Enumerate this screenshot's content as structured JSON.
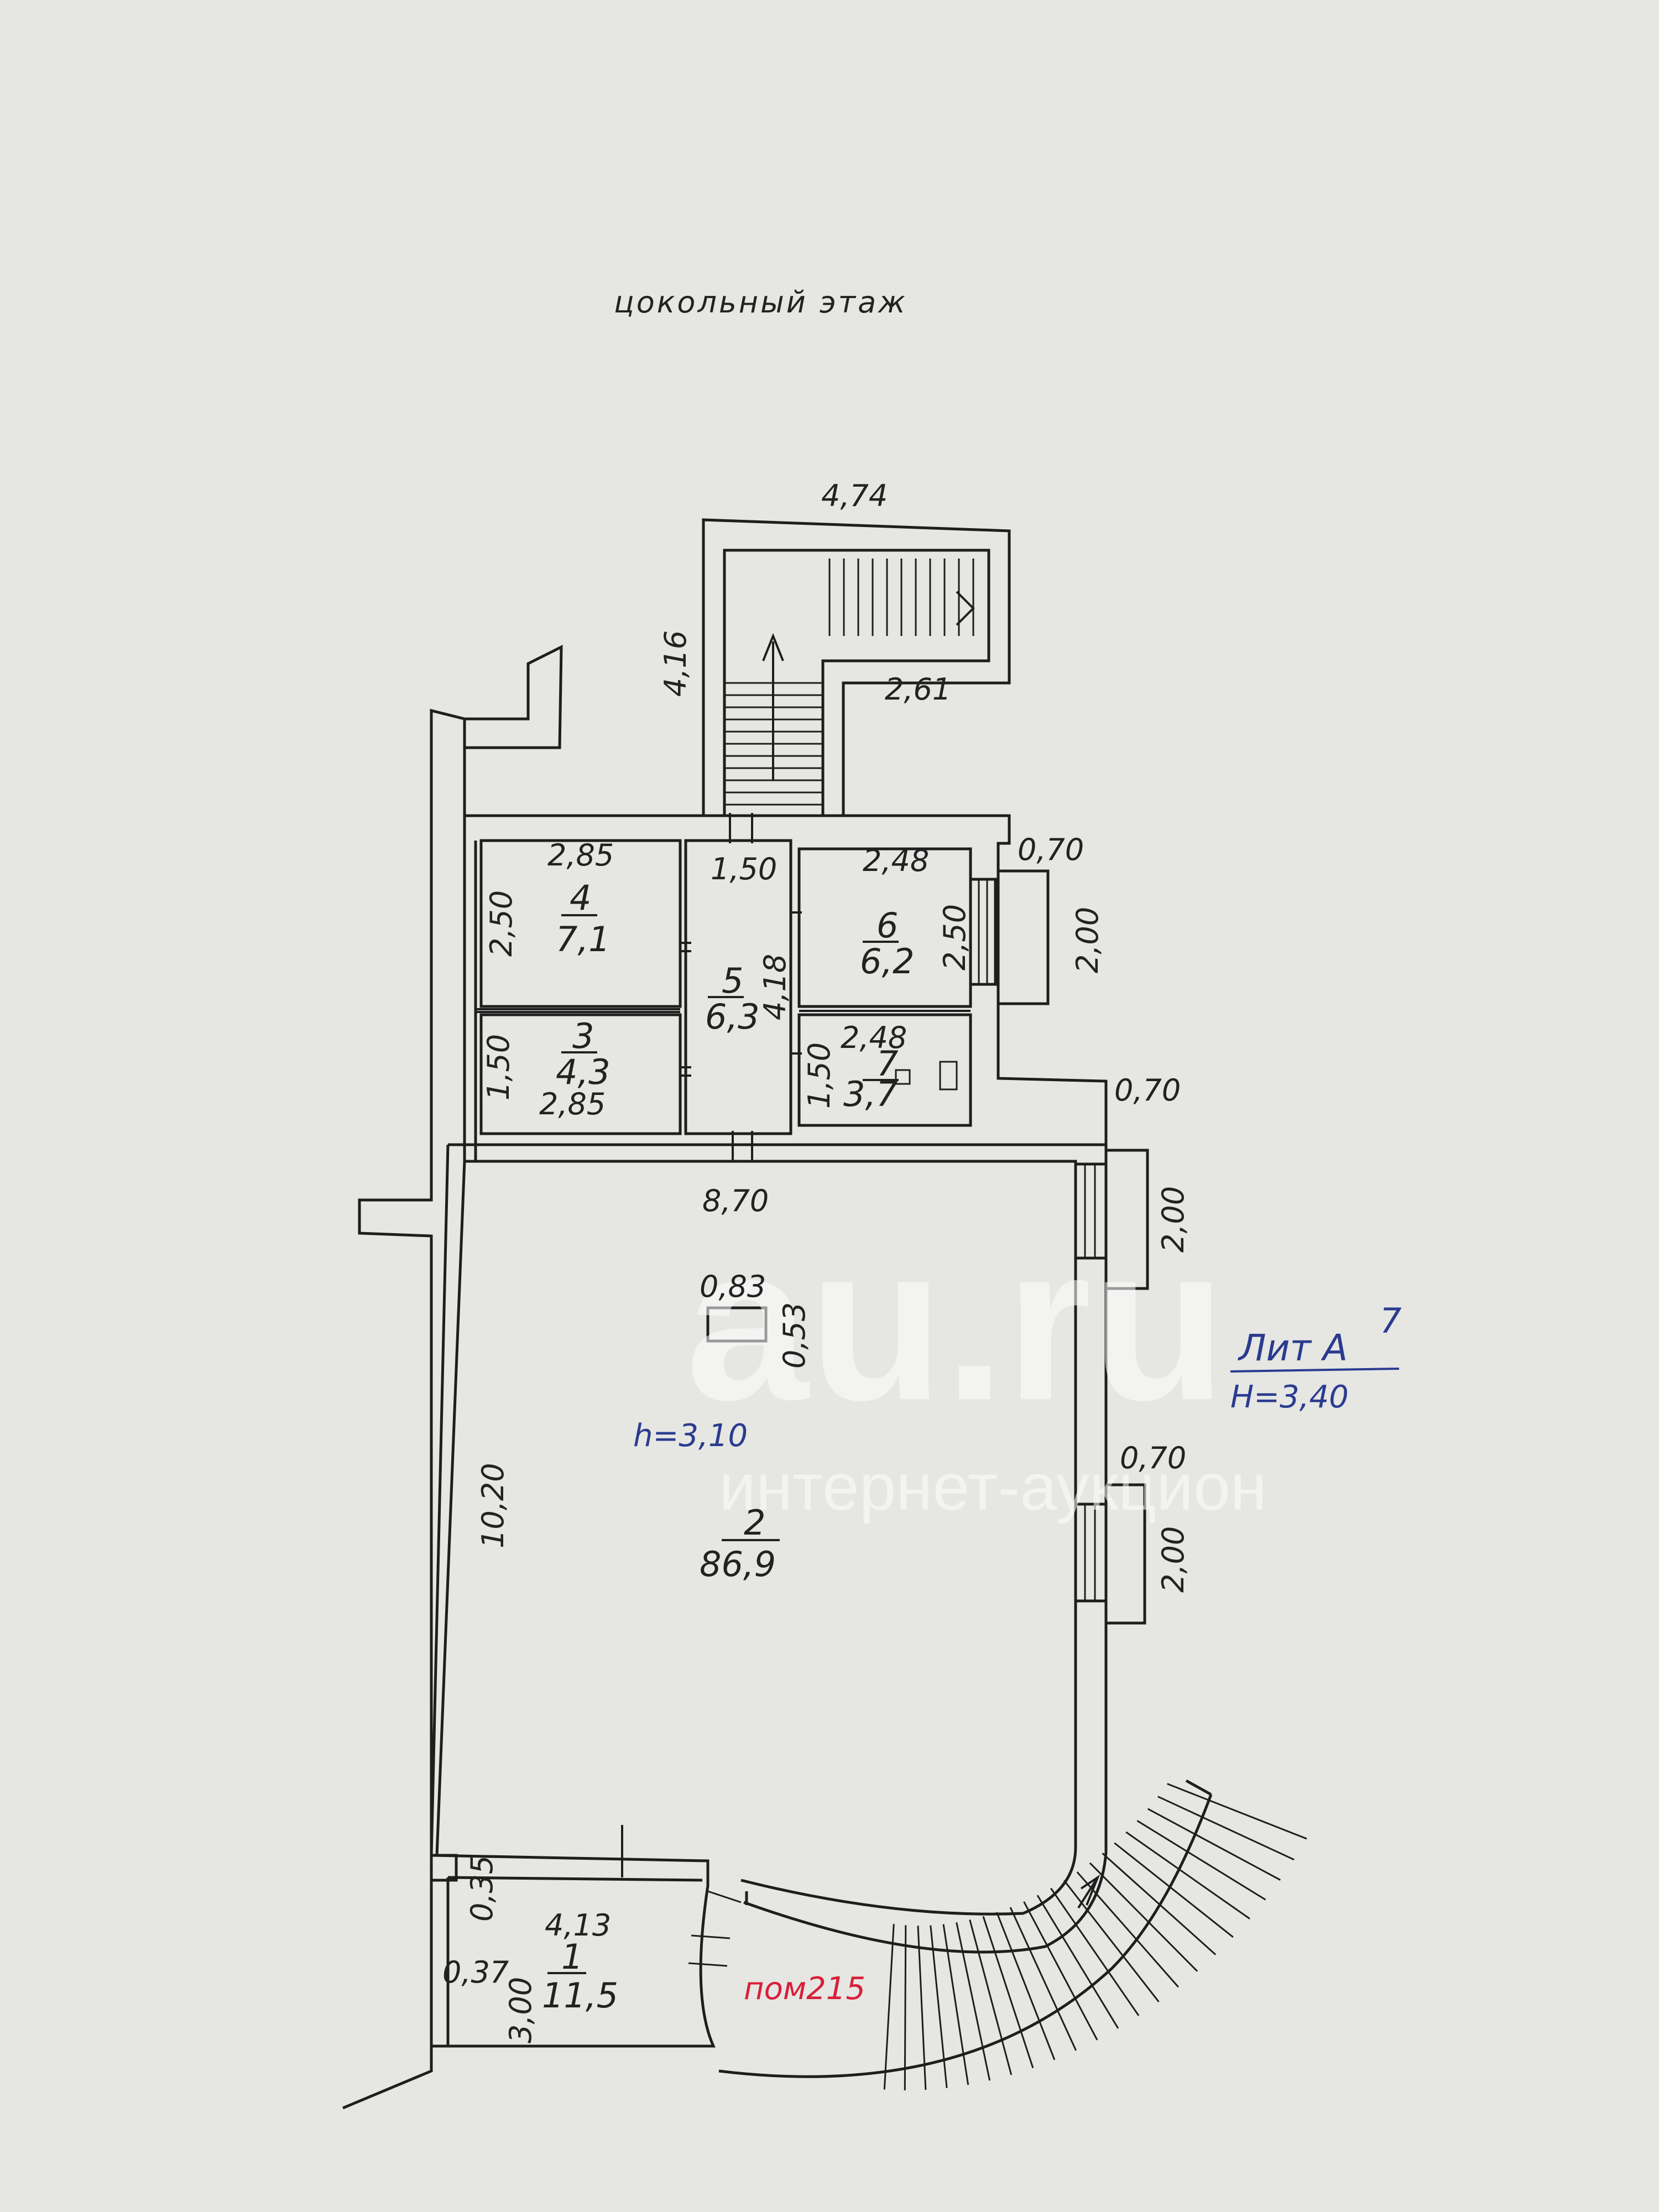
{
  "title": "цокольный этаж",
  "stair_top": {
    "width": "4,74",
    "height": "4,16",
    "landing": "2,61"
  },
  "rooms": [
    {
      "id": "r4",
      "num": "4",
      "area": "7,1",
      "w": "2,85",
      "h": "2,50"
    },
    {
      "id": "r3",
      "num": "3",
      "area": "4,3",
      "w": "2,85",
      "h": "1,50"
    },
    {
      "id": "r5",
      "num": "5",
      "area": "6,3",
      "w": "1,50",
      "h": "4,18"
    },
    {
      "id": "r6",
      "num": "6",
      "area": "6,2",
      "w": "2,48",
      "h": "2,50"
    },
    {
      "id": "r7",
      "num": "7",
      "area": "3,7",
      "w": "2,48",
      "h": "1,50"
    },
    {
      "id": "r2",
      "num": "2",
      "area": "86,9",
      "w": "8,70",
      "h": "10,20"
    },
    {
      "id": "r1",
      "num": "1",
      "area": "11,5",
      "w": "4,13",
      "h": "3,00"
    }
  ],
  "annotations": {
    "height_room2": "h=3,10",
    "column_w": "0,83",
    "column_h": "0,53",
    "room1_d1": "0,35",
    "room1_d2": "0,37",
    "lit": "Лит А",
    "lit_sup": "7",
    "lit_h": "Н=3,40",
    "pom": "пом215"
  },
  "side_dims": [
    {
      "w": "0,70",
      "h": "2,00"
    },
    {
      "w": "0,70",
      "h": "2,00"
    },
    {
      "w": "0,70",
      "h": "2,00"
    }
  ],
  "watermark": {
    "brand": "au.ru",
    "tagline": "интернет-аукцион"
  },
  "colors": {
    "paper": "#e6e6e3",
    "line": "#1e1e1e",
    "blue": "#2a3b8f",
    "red": "#d8203a"
  }
}
